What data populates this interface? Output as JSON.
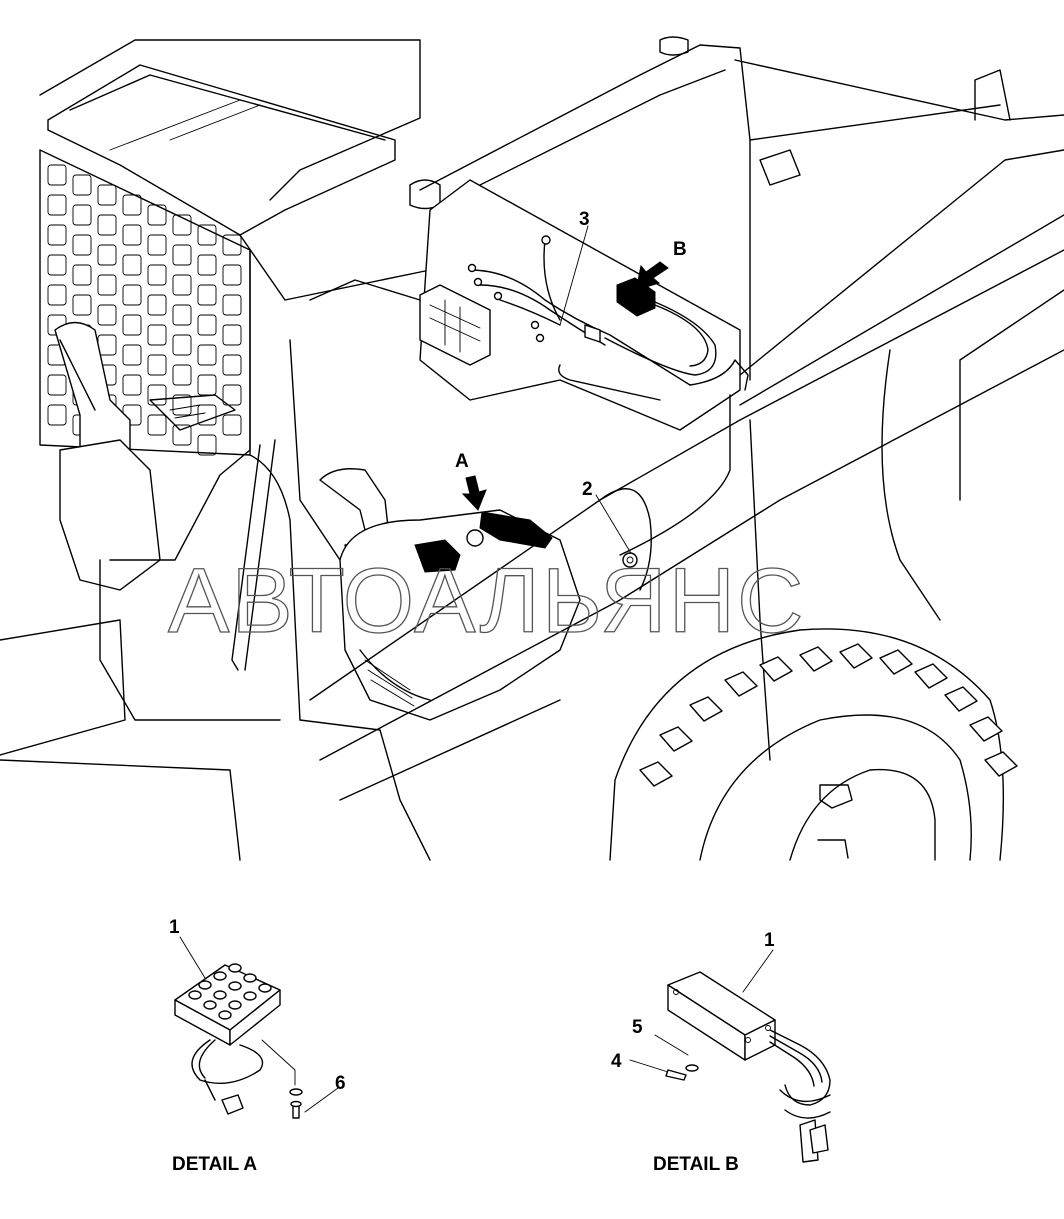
{
  "callouts": {
    "c3": "3",
    "cB": "B",
    "cA": "A",
    "c2": "2",
    "c1a": "1",
    "c6": "6",
    "c1b": "1",
    "c5": "5",
    "c4": "4"
  },
  "details": {
    "a": "DETAIL A",
    "b": "DETAIL B"
  },
  "watermark": "АВТОАЛЬЯНС",
  "colors": {
    "line": "#000000",
    "background": "#ffffff",
    "watermark_outline": "#555555"
  }
}
